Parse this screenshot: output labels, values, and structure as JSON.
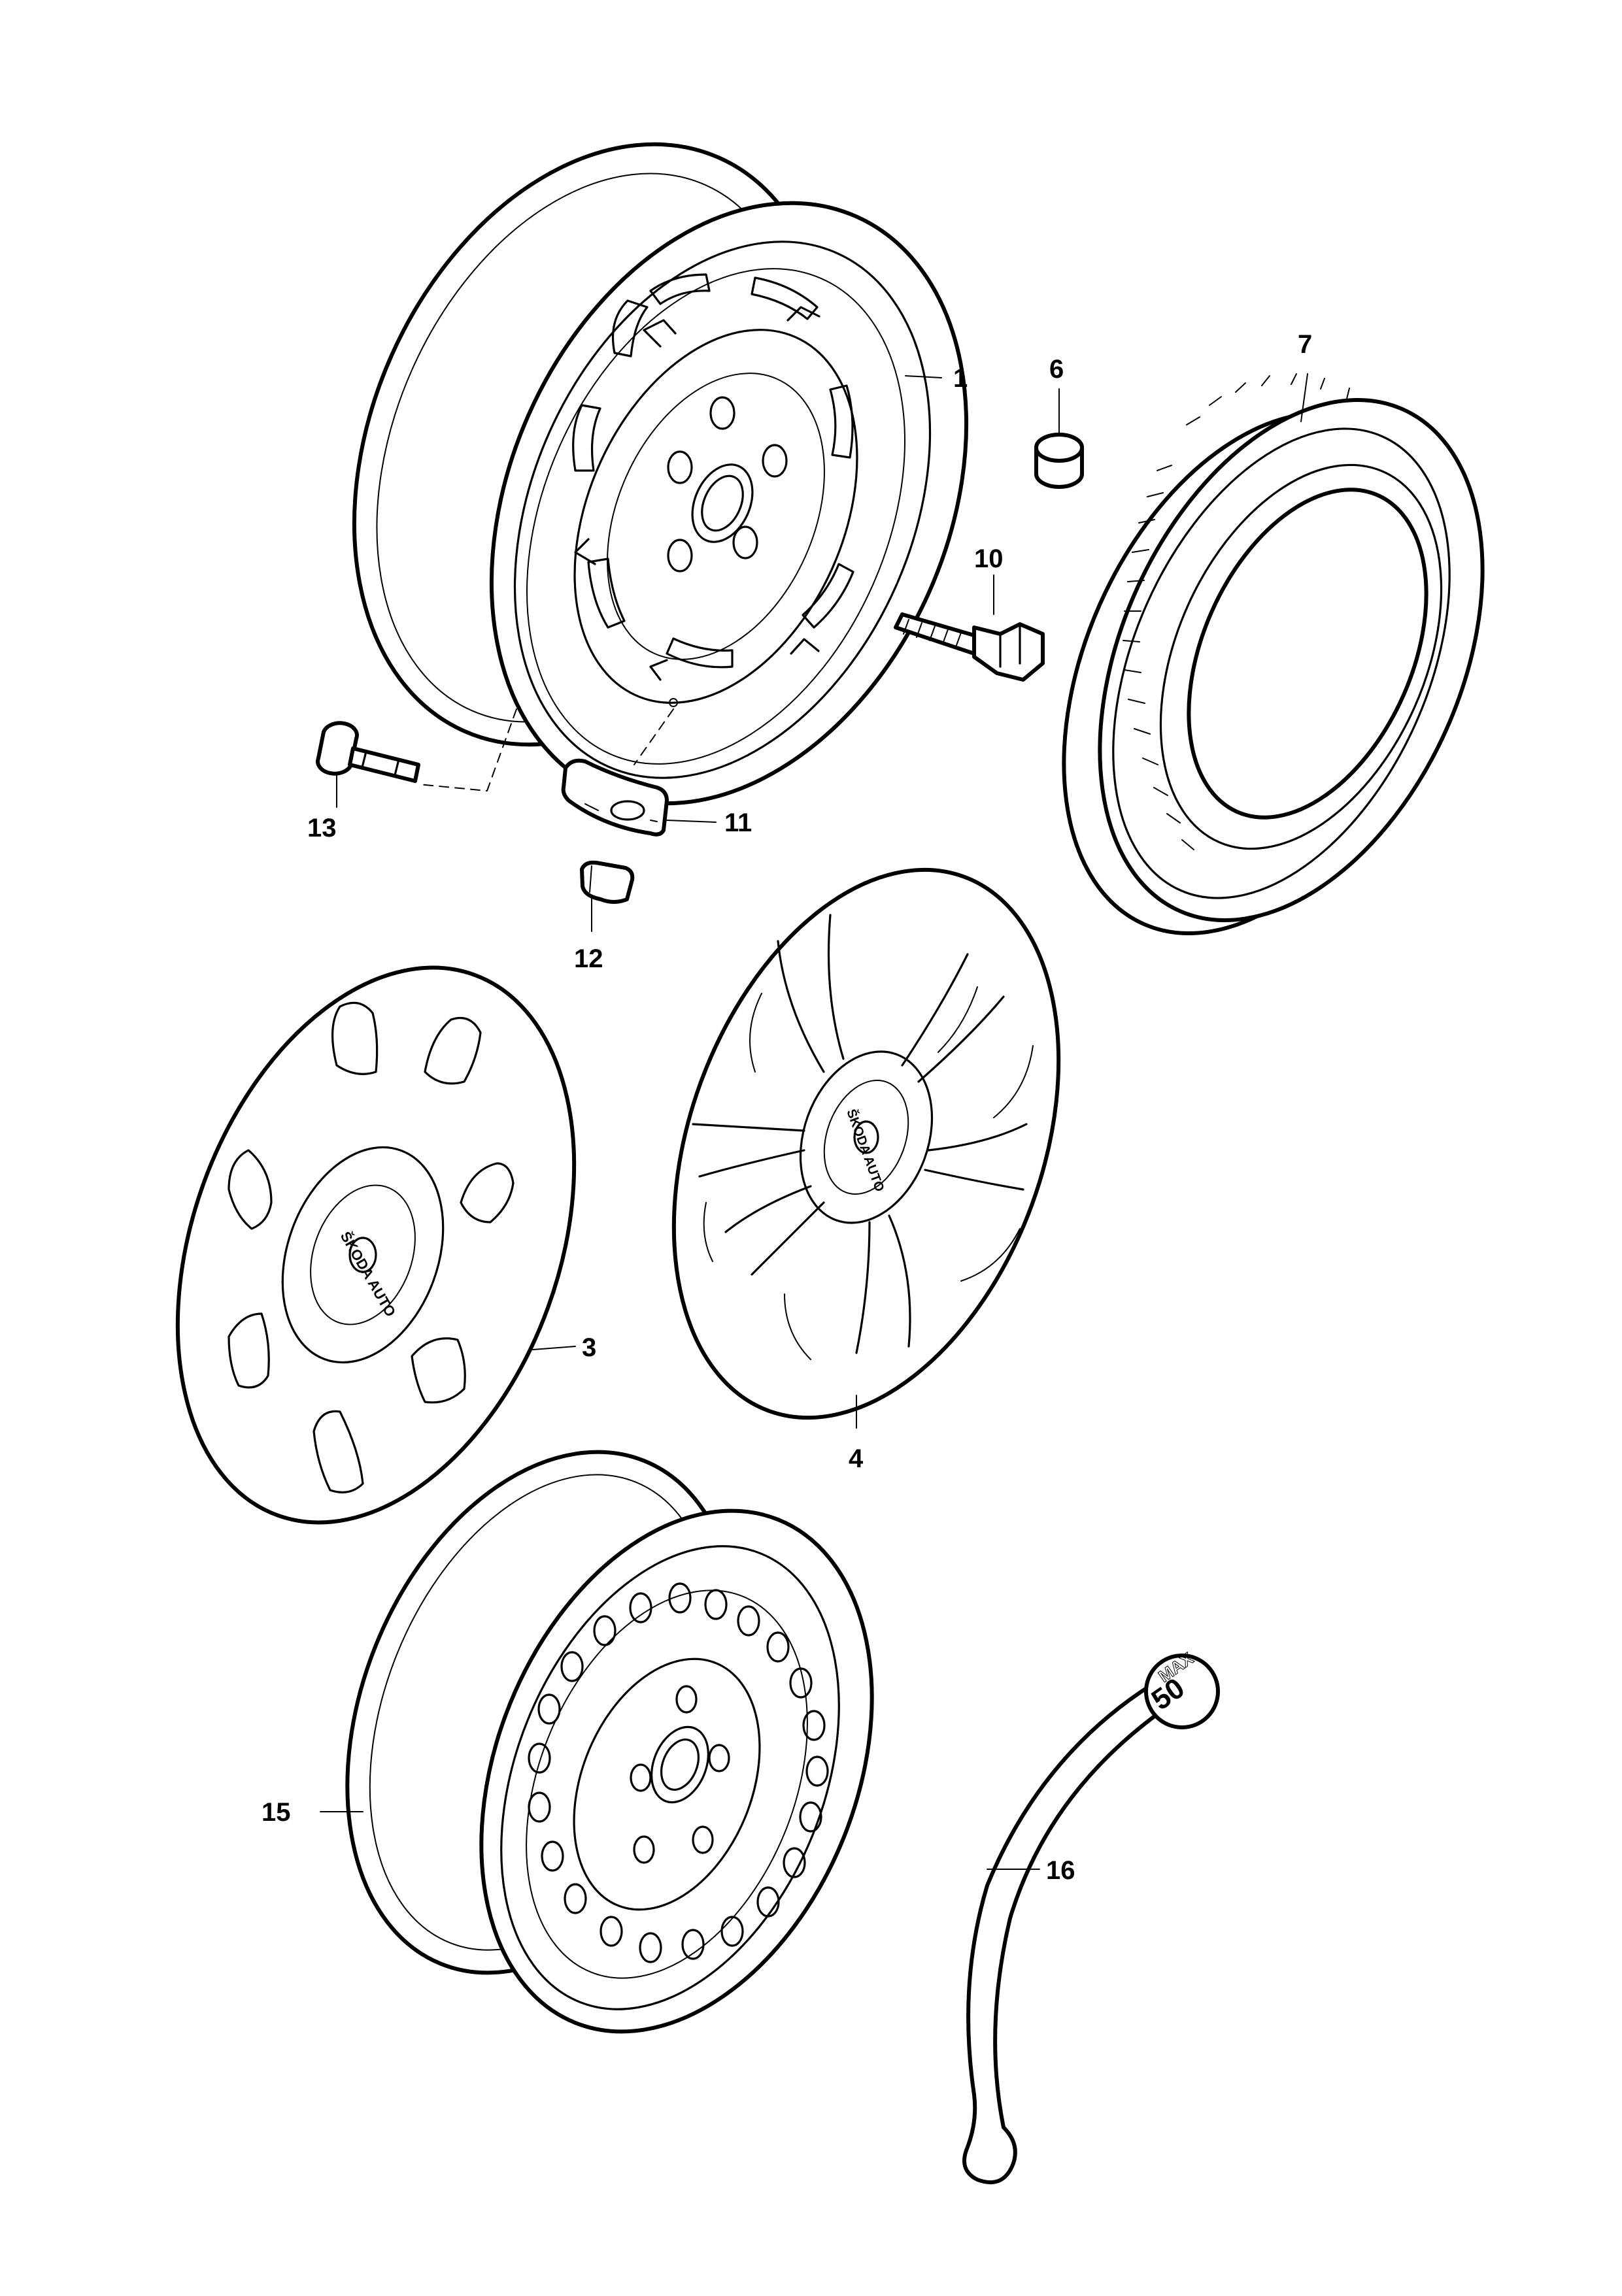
{
  "parts": [
    {
      "id": "p1",
      "label": "1",
      "name": "steel-wheel-rim"
    },
    {
      "id": "p3",
      "label": "3",
      "name": "wheel-trim-hubcap"
    },
    {
      "id": "p4",
      "label": "4",
      "name": "wheel-trim-hubcap-alt"
    },
    {
      "id": "p6",
      "label": "6",
      "name": "bolt-cap"
    },
    {
      "id": "p7",
      "label": "7",
      "name": "tyre"
    },
    {
      "id": "p10",
      "label": "10",
      "name": "wheel-bolt"
    },
    {
      "id": "p11",
      "label": "11",
      "name": "balance-weight"
    },
    {
      "id": "p12",
      "label": "12",
      "name": "balance-weight-clip"
    },
    {
      "id": "p13",
      "label": "13",
      "name": "tyre-valve"
    },
    {
      "id": "p15",
      "label": "15",
      "name": "space-saver-steel-wheel"
    },
    {
      "id": "p16",
      "label": "16",
      "name": "speed-limit-sticker"
    }
  ],
  "emblem_text": "ŠKODA AUTO",
  "sticker": {
    "line1": "MAX",
    "line2": "50"
  }
}
